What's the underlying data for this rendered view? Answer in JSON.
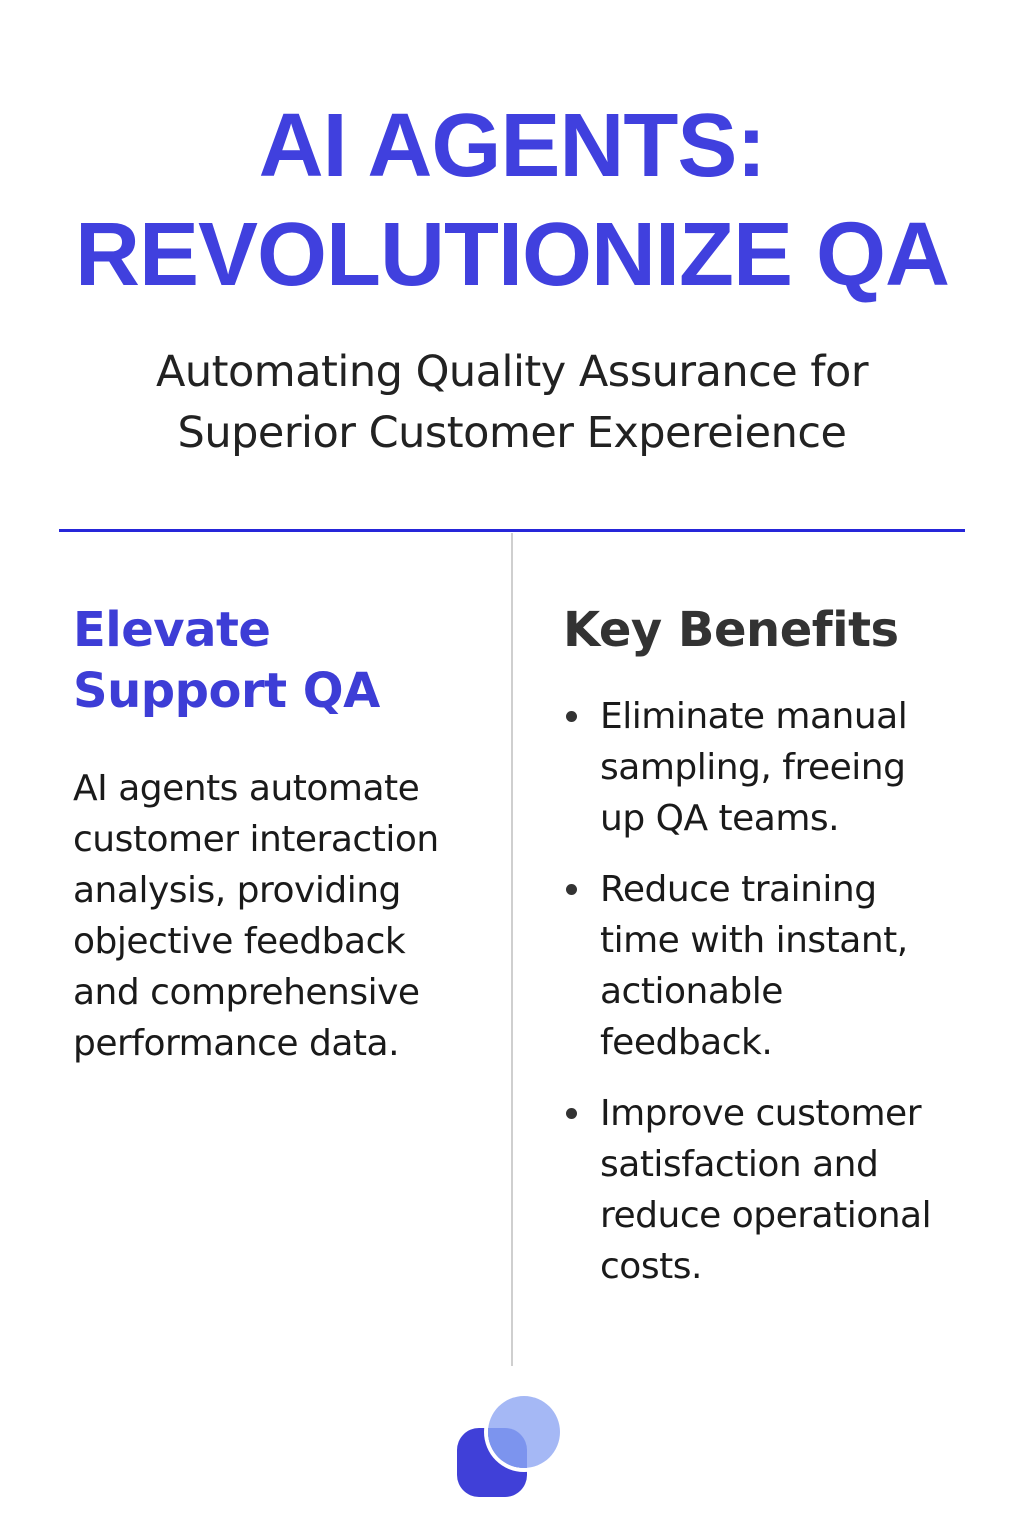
{
  "header": {
    "title_lines": [
      "AI AGENTS:",
      "REVOLUTIONIZE QA"
    ],
    "subtitle_lines": [
      "Automating Quality Assurance for",
      "Superior Customer Expereience"
    ]
  },
  "left_section": {
    "heading_lines": [
      "Elevate",
      "Support QA"
    ],
    "body_lines": [
      "AI agents automate",
      "customer interaction",
      "analysis, providing",
      "objective feedback",
      "and comprehensive",
      "performance data."
    ]
  },
  "right_section": {
    "heading": "Key Benefits",
    "benefits": [
      {
        "lines": [
          "Eliminate manual",
          "sampling, freeing",
          "up QA teams."
        ]
      },
      {
        "lines": [
          "Reduce training",
          "time with instant,",
          "actionable",
          "feedback."
        ]
      },
      {
        "lines": [
          "Improve customer",
          "satisfaction and",
          "reduce operational",
          "costs."
        ]
      }
    ]
  },
  "footer": {
    "logo_icon": "overlapping-square-circle-logo"
  },
  "colors": {
    "title": "#4040DE",
    "accent_heading": "#3D3DD6",
    "divider": "#2626D9",
    "vertical_divider": "#CFCFCF",
    "heading_dark": "#333333",
    "body_text": "#1A1A1A",
    "logo_dark": "#4040D8",
    "logo_light": "#A5B8F5",
    "logo_overlap": "#7C94EE"
  }
}
